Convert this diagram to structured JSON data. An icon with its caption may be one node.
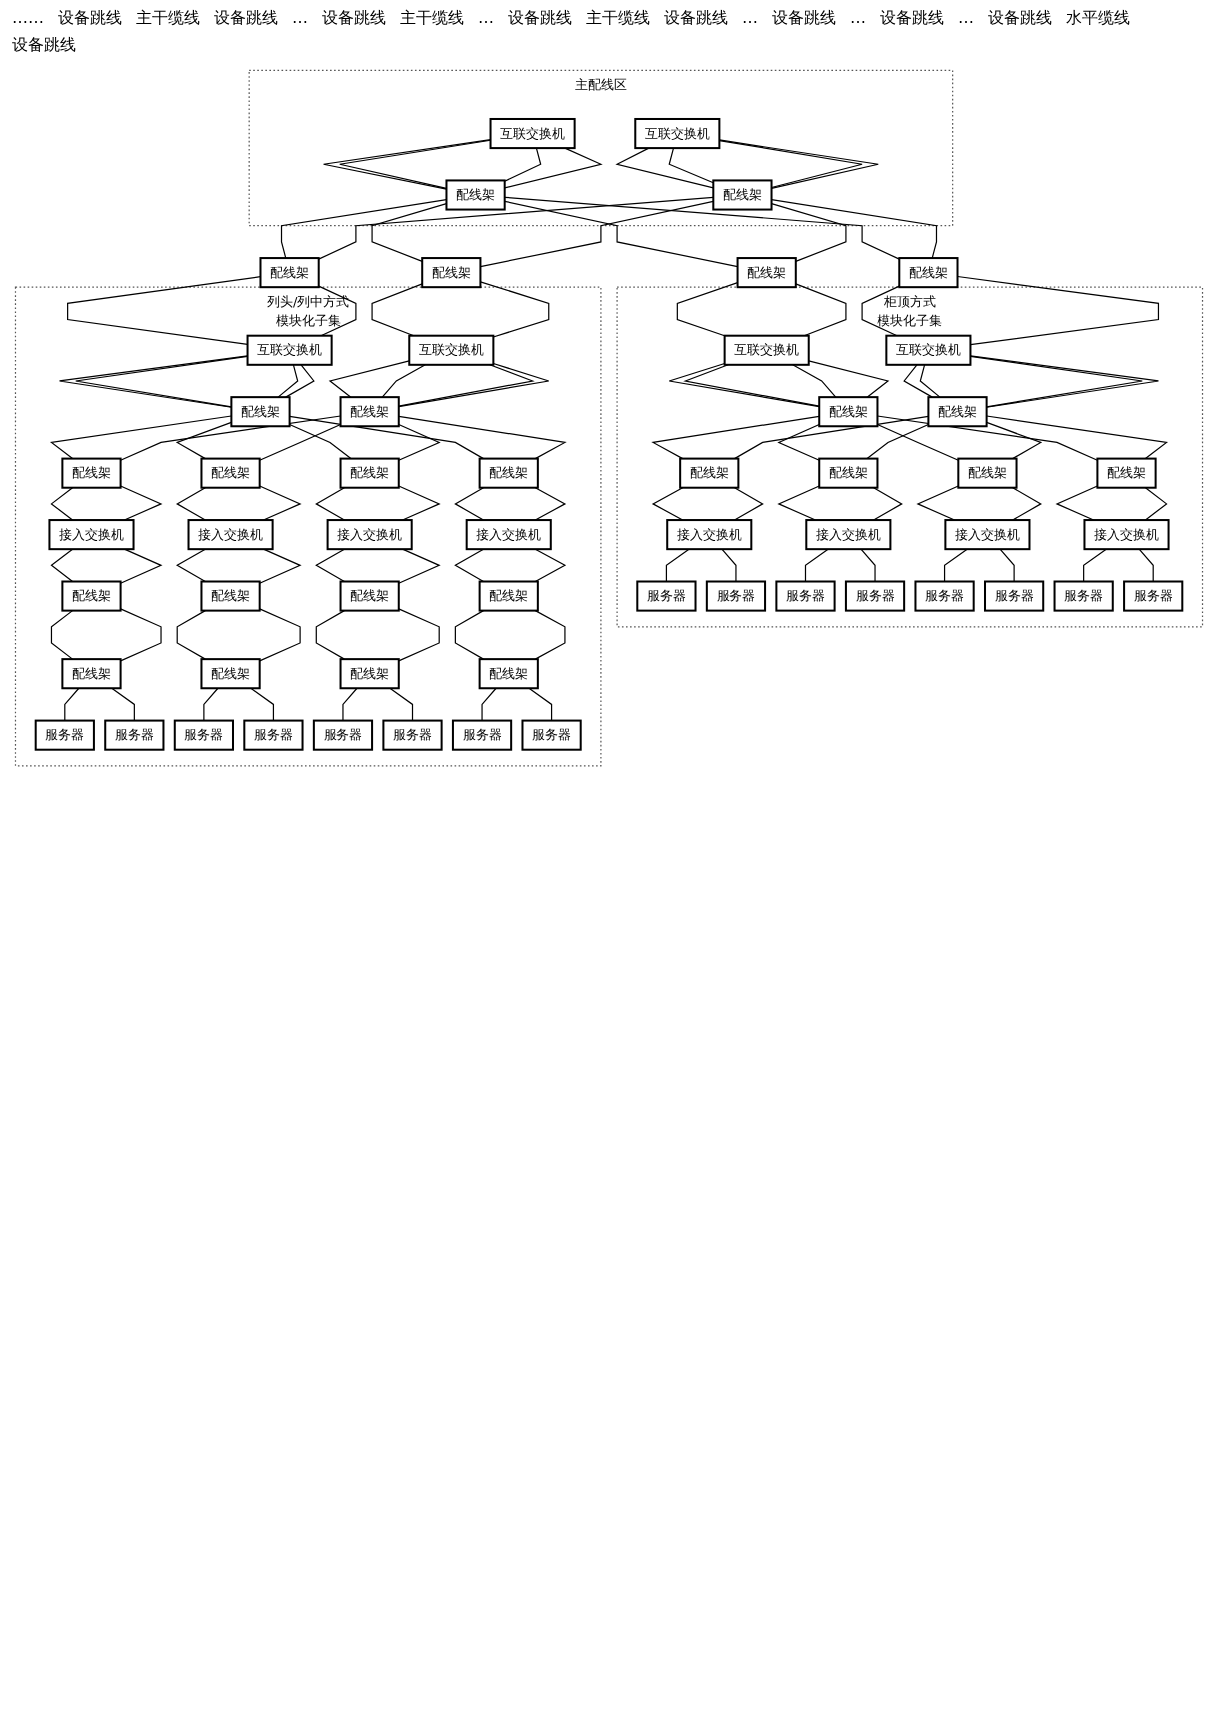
{
  "diagram": {
    "nodes": [
      {
        "text": [
          "主配线区"
        ]
      },
      {
        "text": [
          "互联交换机"
        ],
        "in": 0
      },
      {
        "text": [
          "互联交换机"
        ],
        "in": 0
      },
      {
        "text": [
          "配线架"
        ],
        "in": 0
      },
      {
        "text": [
          "配线架"
        ],
        "in": 0
      },
      {
        "text": [
          "配线架"
        ]
      },
      {
        "text": [
          "配线架"
        ]
      },
      {
        "text": [
          "配线架"
        ]
      },
      {
        "text": [
          "配线架"
        ]
      },
      {
        "text": [
          "柜顶方式",
          "模块化子集"
        ]
      },
      {
        "text": [
          "互联交换机"
        ],
        "in": 9
      },
      {
        "text": [
          "互联交换机"
        ],
        "in": 9
      },
      {
        "text": [
          "配线架"
        ],
        "in": 9
      },
      {
        "text": [
          "配线架"
        ],
        "in": 9
      },
      {
        "text": [
          "配线架"
        ],
        "in": 9
      },
      {
        "text": [
          "配线架"
        ],
        "in": 9
      },
      {
        "text": [
          "配线架"
        ],
        "in": 9
      },
      {
        "text": [
          "配线架"
        ],
        "in": 9
      },
      {
        "text": [
          "接入交换机"
        ],
        "in": 9
      },
      {
        "text": [
          "接入交换机"
        ],
        "in": 9
      },
      {
        "text": [
          "接入交换机"
        ],
        "in": 9
      },
      {
        "text": [
          "接入交换机"
        ],
        "in": 9
      },
      {
        "text": [
          "服务器"
        ],
        "in": 9
      },
      {
        "text": [
          "服务器"
        ],
        "in": 9
      },
      {
        "text": [
          "服务器"
        ],
        "in": 9
      },
      {
        "text": [
          "服务器"
        ],
        "in": 9
      },
      {
        "text": [
          "服务器"
        ],
        "in": 9
      },
      {
        "text": [
          "服务器"
        ],
        "in": 9
      },
      {
        "text": [
          "服务器"
        ],
        "in": 9
      },
      {
        "text": [
          "服务器"
        ],
        "in": 9
      },
      {
        "text": [
          "列头/列中方式",
          "模块化子集"
        ]
      },
      {
        "text": [
          "互联交换机"
        ],
        "in": 30
      },
      {
        "text": [
          "互联交换机"
        ],
        "in": 30
      },
      {
        "text": [
          "配线架"
        ],
        "in": 30
      },
      {
        "text": [
          "配线架"
        ],
        "in": 30
      },
      {
        "text": [
          "配线架"
        ],
        "in": 30
      },
      {
        "text": [
          "配线架"
        ],
        "in": 30
      },
      {
        "text": [
          "配线架"
        ],
        "in": 30
      },
      {
        "text": [
          "配线架"
        ],
        "in": 30
      },
      {
        "text": [
          "接入交换机"
        ],
        "in": 30
      },
      {
        "text": [
          "接入交换机"
        ],
        "in": 30
      },
      {
        "text": [
          "接入交换机"
        ],
        "in": 30
      },
      {
        "text": [
          "接入交换机"
        ],
        "in": 30
      },
      {
        "text": [
          "配线架"
        ],
        "in": 30
      },
      {
        "text": [
          "配线架"
        ],
        "in": 30
      },
      {
        "text": [
          "配线架"
        ],
        "in": 30
      },
      {
        "text": [
          "配线架"
        ],
        "in": 30
      },
      {
        "text": [
          "配线架"
        ],
        "in": 30
      },
      {
        "text": [
          "配线架"
        ],
        "in": 30
      },
      {
        "text": [
          "配线架"
        ],
        "in": 30
      },
      {
        "text": [
          "配线架"
        ],
        "in": 30
      },
      {
        "text": [
          "服务器"
        ],
        "in": 30
      },
      {
        "text": [
          "服务器"
        ],
        "in": 30
      },
      {
        "text": [
          "服务器"
        ],
        "in": 30
      },
      {
        "text": [
          "服务器"
        ],
        "in": 30
      },
      {
        "text": [
          "服务器"
        ],
        "in": 30
      },
      {
        "text": [
          "服务器"
        ],
        "in": 30
      },
      {
        "text": [
          "服务器"
        ],
        "in": 30
      },
      {
        "text": [
          "服务器"
        ],
        "in": 30
      }
    ],
    "edges": [
      {
        "from": 1,
        "to": 3,
        "arrow": "none"
      },
      {
        "from": 1,
        "to": 3,
        "arrow": "none"
      },
      {
        "from": 1,
        "to": 3,
        "arrow": "none"
      },
      {
        "from": 1,
        "to": 3,
        "arrow": "none"
      },
      {
        "from": 2,
        "to": 4,
        "arrow": "none"
      },
      {
        "from": 2,
        "to": 4,
        "arrow": "none"
      },
      {
        "from": 2,
        "to": 4,
        "arrow": "none"
      },
      {
        "from": 2,
        "to": 4,
        "arrow": "none"
      },
      {
        "from": 3,
        "to": 5,
        "arrow": "none"
      },
      {
        "from": 3,
        "to": 6,
        "arrow": "none"
      },
      {
        "from": 3,
        "to": 7,
        "arrow": "none"
      },
      {
        "from": 3,
        "to": 8,
        "arrow": "none"
      },
      {
        "from": 4,
        "to": 5,
        "arrow": "none"
      },
      {
        "from": 4,
        "to": 6,
        "arrow": "none"
      },
      {
        "from": 4,
        "to": 7,
        "arrow": "none"
      },
      {
        "from": 4,
        "to": 8,
        "arrow": "none"
      },
      {
        "from": 5,
        "to": 10,
        "arrow": "none"
      },
      {
        "from": 5,
        "to": 10,
        "arrow": "none"
      },
      {
        "from": 6,
        "to": 11,
        "arrow": "none"
      },
      {
        "from": 6,
        "to": 11,
        "arrow": "none"
      },
      {
        "from": 7,
        "to": 31,
        "arrow": "none"
      },
      {
        "from": 7,
        "to": 31,
        "arrow": "none"
      },
      {
        "from": 8,
        "to": 32,
        "arrow": "none"
      },
      {
        "from": 8,
        "to": 32,
        "arrow": "none"
      },
      {
        "from": 10,
        "to": 12,
        "arrow": "none"
      },
      {
        "from": 10,
        "to": 12,
        "arrow": "none"
      },
      {
        "from": 10,
        "to": 12,
        "arrow": "none"
      },
      {
        "from": 10,
        "to": 12,
        "arrow": "none"
      },
      {
        "from": 11,
        "to": 13,
        "arrow": "none"
      },
      {
        "from": 11,
        "to": 13,
        "arrow": "none"
      },
      {
        "from": 11,
        "to": 13,
        "arrow": "none"
      },
      {
        "from": 11,
        "to": 13,
        "arrow": "none"
      },
      {
        "from": 12,
        "to": 14,
        "arrow": "none"
      },
      {
        "from": 12,
        "to": 15,
        "arrow": "none"
      },
      {
        "from": 12,
        "to": 16,
        "arrow": "none"
      },
      {
        "from": 12,
        "to": 17,
        "arrow": "none"
      },
      {
        "from": 13,
        "to": 14,
        "arrow": "none"
      },
      {
        "from": 13,
        "to": 15,
        "arrow": "none"
      },
      {
        "from": 13,
        "to": 16,
        "arrow": "none"
      },
      {
        "from": 13,
        "to": 17,
        "arrow": "none"
      },
      {
        "from": 14,
        "to": 18,
        "arrow": "none"
      },
      {
        "from": 14,
        "to": 18,
        "arrow": "none"
      },
      {
        "from": 15,
        "to": 19,
        "arrow": "none"
      },
      {
        "from": 15,
        "to": 19,
        "arrow": "none"
      },
      {
        "from": 16,
        "to": 20,
        "arrow": "none"
      },
      {
        "from": 16,
        "to": 20,
        "arrow": "none"
      },
      {
        "from": 17,
        "to": 21,
        "arrow": "none"
      },
      {
        "from": 17,
        "to": 21,
        "arrow": "none"
      },
      {
        "from": 18,
        "to": 22,
        "arrow": "none"
      },
      {
        "from": 18,
        "to": 23,
        "arrow": "none"
      },
      {
        "from": 19,
        "to": 24,
        "arrow": "none"
      },
      {
        "from": 19,
        "to": 25,
        "arrow": "none"
      },
      {
        "from": 20,
        "to": 26,
        "arrow": "none"
      },
      {
        "from": 20,
        "to": 27,
        "arrow": "none"
      },
      {
        "from": 21,
        "to": 28,
        "arrow": "none"
      },
      {
        "from": 21,
        "to": 29,
        "arrow": "none"
      },
      {
        "from": 31,
        "to": 33,
        "arrow": "none"
      },
      {
        "from": 31,
        "to": 33,
        "arrow": "none"
      },
      {
        "from": 31,
        "to": 33,
        "arrow": "none"
      },
      {
        "from": 31,
        "to": 33,
        "arrow": "none"
      },
      {
        "from": 32,
        "to": 34,
        "arrow": "none"
      },
      {
        "from": 32,
        "to": 34,
        "arrow": "none"
      },
      {
        "from": 32,
        "to": 34,
        "arrow": "none"
      },
      {
        "from": 32,
        "to": 34,
        "arrow": "none"
      },
      {
        "from": 33,
        "to": 35,
        "arrow": "none"
      },
      {
        "from": 33,
        "to": 36,
        "arrow": "none"
      },
      {
        "from": 33,
        "to": 37,
        "arrow": "none"
      },
      {
        "from": 33,
        "to": 38,
        "arrow": "none"
      },
      {
        "from": 34,
        "to": 35,
        "arrow": "none"
      },
      {
        "from": 34,
        "to": 36,
        "arrow": "none"
      },
      {
        "from": 34,
        "to": 37,
        "arrow": "none"
      },
      {
        "from": 34,
        "to": 38,
        "arrow": "none"
      },
      {
        "from": 35,
        "to": 39,
        "arrow": "none"
      },
      {
        "from": 35,
        "to": 39,
        "arrow": "none"
      },
      {
        "from": 36,
        "to": 40,
        "arrow": "none"
      },
      {
        "from": 36,
        "to": 40,
        "arrow": "none"
      },
      {
        "from": 37,
        "to": 41,
        "arrow": "none"
      },
      {
        "from": 37,
        "to": 41,
        "arrow": "none"
      },
      {
        "from": 38,
        "to": 42,
        "arrow": "none"
      },
      {
        "from": 38,
        "to": 42,
        "arrow": "none"
      },
      {
        "from": 39,
        "to": 43,
        "arrow": "none"
      },
      {
        "from": 39,
        "to": 43,
        "arrow": "none"
      },
      {
        "from": 40,
        "to": 44,
        "arrow": "none"
      },
      {
        "from": 40,
        "to": 44,
        "arrow": "none"
      },
      {
        "from": 41,
        "to": 45,
        "arrow": "none"
      },
      {
        "from": 41,
        "to": 45,
        "arrow": "none"
      },
      {
        "from": 42,
        "to": 46,
        "arrow": "none"
      },
      {
        "from": 42,
        "to": 46,
        "arrow": "none"
      },
      {
        "from": 43,
        "to": 47,
        "arrow": "none"
      },
      {
        "from": 43,
        "to": 47,
        "arrow": "none"
      },
      {
        "from": 44,
        "to": 48,
        "arrow": "none"
      },
      {
        "from": 44,
        "to": 48,
        "arrow": "none"
      },
      {
        "from": 45,
        "to": 49,
        "arrow": "none"
      },
      {
        "from": 45,
        "to": 49,
        "arrow": "none"
      },
      {
        "from": 46,
        "to": 50,
        "arrow": "none"
      },
      {
        "from": 46,
        "to": 50,
        "arrow": "none"
      },
      {
        "from": 47,
        "to": 51,
        "arrow": "none"
      },
      {
        "from": 47,
        "to": 52,
        "arrow": "none"
      },
      {
        "from": 48,
        "to": 53,
        "arrow": "none"
      },
      {
        "from": 48,
        "to": 54,
        "arrow": "none"
      },
      {
        "from": 49,
        "to": 55,
        "arrow": "none"
      },
      {
        "from": 49,
        "to": 56,
        "arrow": "none"
      },
      {
        "from": 50,
        "to": 57,
        "arrow": "none"
      },
      {
        "from": 50,
        "to": 58,
        "arrow": "none"
      }
    ],
    "labels": [
      "……",
      "设备跳线",
      "主干缆线",
      "设备跳线",
      "…",
      "设备跳线",
      "主干缆线",
      "…",
      "设备跳线",
      "主干缆线",
      "设备跳线",
      "…",
      "设备跳线",
      "…",
      "设备跳线",
      "…",
      "设备跳线",
      "水平缆线",
      "设备跳线"
    ]
  }
}
